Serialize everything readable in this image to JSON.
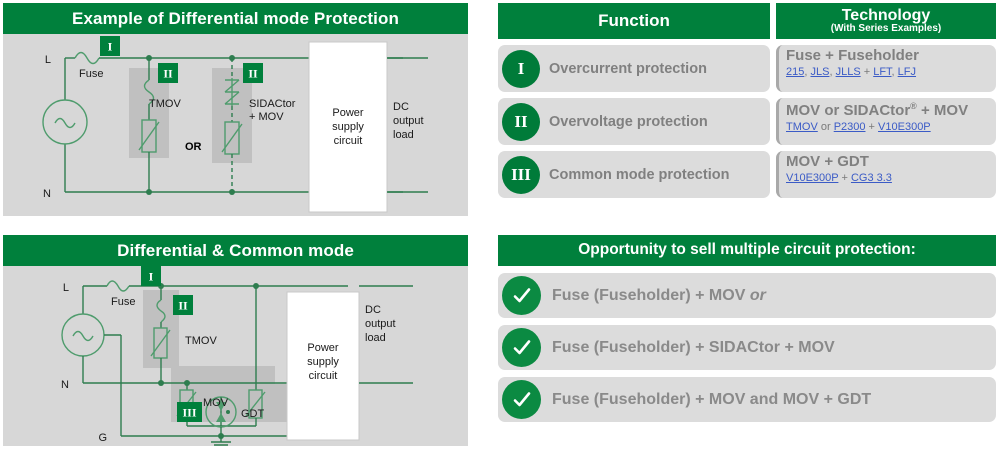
{
  "diagram1": {
    "title": "Example of Differential mode Protection",
    "labels": {
      "line": "L",
      "neutral": "N",
      "fuse": "Fuse",
      "tmov": "TMOV",
      "sidactor_1": "SIDACtor",
      "sidactor_2": "+ MOV",
      "or": "OR",
      "ps_1": "Power",
      "ps_2": "supply",
      "ps_3": "circuit",
      "dc_1": "DC",
      "dc_2": "output",
      "dc_3": "load",
      "badge_fuse": "I",
      "badge_tmov": "II",
      "badge_sidactor": "II"
    }
  },
  "diagram2": {
    "title": "Differential & Common mode",
    "labels": {
      "line": "L",
      "neutral": "N",
      "ground": "G",
      "fuse": "Fuse",
      "tmov": "TMOV",
      "mov": "MOV",
      "gdt": "GDT",
      "ps_1": "Power",
      "ps_2": "supply",
      "ps_3": "circuit",
      "dc_1": "DC",
      "dc_2": "output",
      "dc_3": "load",
      "badge_fuse": "I",
      "badge_tmov": "II",
      "badge_gdt": "III"
    }
  },
  "function_table": {
    "headers": {
      "function": "Function",
      "technology": "Technology",
      "technology_sub": "(With Series Examples)"
    },
    "rows": [
      {
        "badge": "I",
        "function": "Overcurrent protection",
        "tech_main": "Fuse + Fuseholder",
        "tech_main_sup": "",
        "tech_links": [
          "215",
          "JLS",
          "JLLS",
          "LFT",
          "LFJ"
        ],
        "tech_sub_html": "215, JLS, JLLS + LFT, LFJ"
      },
      {
        "badge": "II",
        "function": "Overvoltage protection",
        "tech_main": "MOV or SIDACtor",
        "tech_main_sup": "®",
        "tech_main_tail": " + MOV",
        "tech_links": [
          "TMOV",
          "P2300",
          "V10E300P"
        ],
        "tech_sub_html": "TMOV or P2300 + V10E300P"
      },
      {
        "badge": "III",
        "function": "Common mode protection",
        "tech_main": "MOV + GDT",
        "tech_main_sup": "",
        "tech_links": [
          "V10E300P",
          "CG3 3.3"
        ],
        "tech_sub_html": "V10E300P + CG3 3.3"
      }
    ]
  },
  "opportunity": {
    "title": "Opportunity to sell multiple circuit protection:",
    "items": [
      {
        "text": "Fuse (Fuseholder) + MOV ",
        "em": "or",
        "tail": ""
      },
      {
        "text": "Fuse (Fuseholder) + SIDACtor + MOV",
        "em": "",
        "tail": ""
      },
      {
        "text": "Fuse (Fuseholder) + MOV and MOV + GDT",
        "em": "",
        "tail": ""
      }
    ],
    "check_icon": "check-icon"
  },
  "colors": {
    "brand_green": "#00803c",
    "badge_green": "#007b39",
    "row_gray": "#dcdcdc",
    "panel_gray": "#d7d7d7",
    "label_gray": "#808080",
    "link_blue": "#3b5bc6"
  }
}
